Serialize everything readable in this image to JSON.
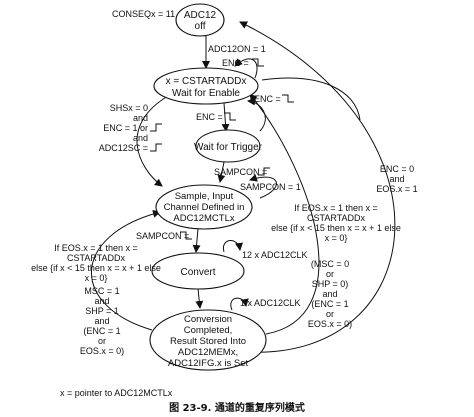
{
  "nodes": {
    "off": [
      "ADC12",
      "off"
    ],
    "wait_enable": [
      "x = CSTARTADDx",
      "Wait for Enable"
    ],
    "wait_trigger": [
      "Wait for Trigger"
    ],
    "sample": [
      "Sample, Input",
      "Channel Defined in",
      "ADC12MCTLx"
    ],
    "convert": [
      "Convert"
    ],
    "complete": [
      "Conversion",
      "Completed,",
      "Result Stored Into",
      "ADC12MEMx,",
      "ADC12IFG.x is Set"
    ]
  },
  "labels": {
    "conseq": "CONSEQx = 11",
    "adc12on": "ADC12ON = 1",
    "enc_top": "ENC =",
    "enc_right": "ENC =",
    "enc_mid": "ENC =",
    "shs": [
      "SHSx = 0",
      "and",
      "ENC = 1 or",
      "and",
      "ADC12SC ="
    ],
    "sampcon_a": "SAMPCON =",
    "sampcon_b": "SAMPCON = 1",
    "sampcon_c": "SAMPCON =",
    "eos_left": [
      "If EOS.x = 1 then x =",
      "CSTARTADDx",
      "else {if x < 15 then x = x + 1 else",
      "x = 0}"
    ],
    "msc_left": [
      "MSC = 1",
      "and",
      "SHP = 1",
      "and",
      "(ENC = 1",
      "or",
      "EOS.x = 0)"
    ],
    "clk12": "12 x ADC12CLK",
    "clk1": "1 x ADC12CLK",
    "eos_right": [
      "If EOS.x = 1 then x =",
      "CSTARTADDx",
      "else {if x < 15 then x = x + 1 else",
      "x = 0}"
    ],
    "msc_right": [
      "(MSC = 0",
      "or",
      "SHP = 0)",
      "and",
      "(ENC = 1",
      "or",
      "EOS.x = 0)"
    ],
    "enc_far": [
      "ENC = 0",
      "and",
      "EOS.x = 1"
    ],
    "pointer": "x = pointer to ADC12MCTLx"
  },
  "caption": "图 23-9. 通道的重复序列模式"
}
